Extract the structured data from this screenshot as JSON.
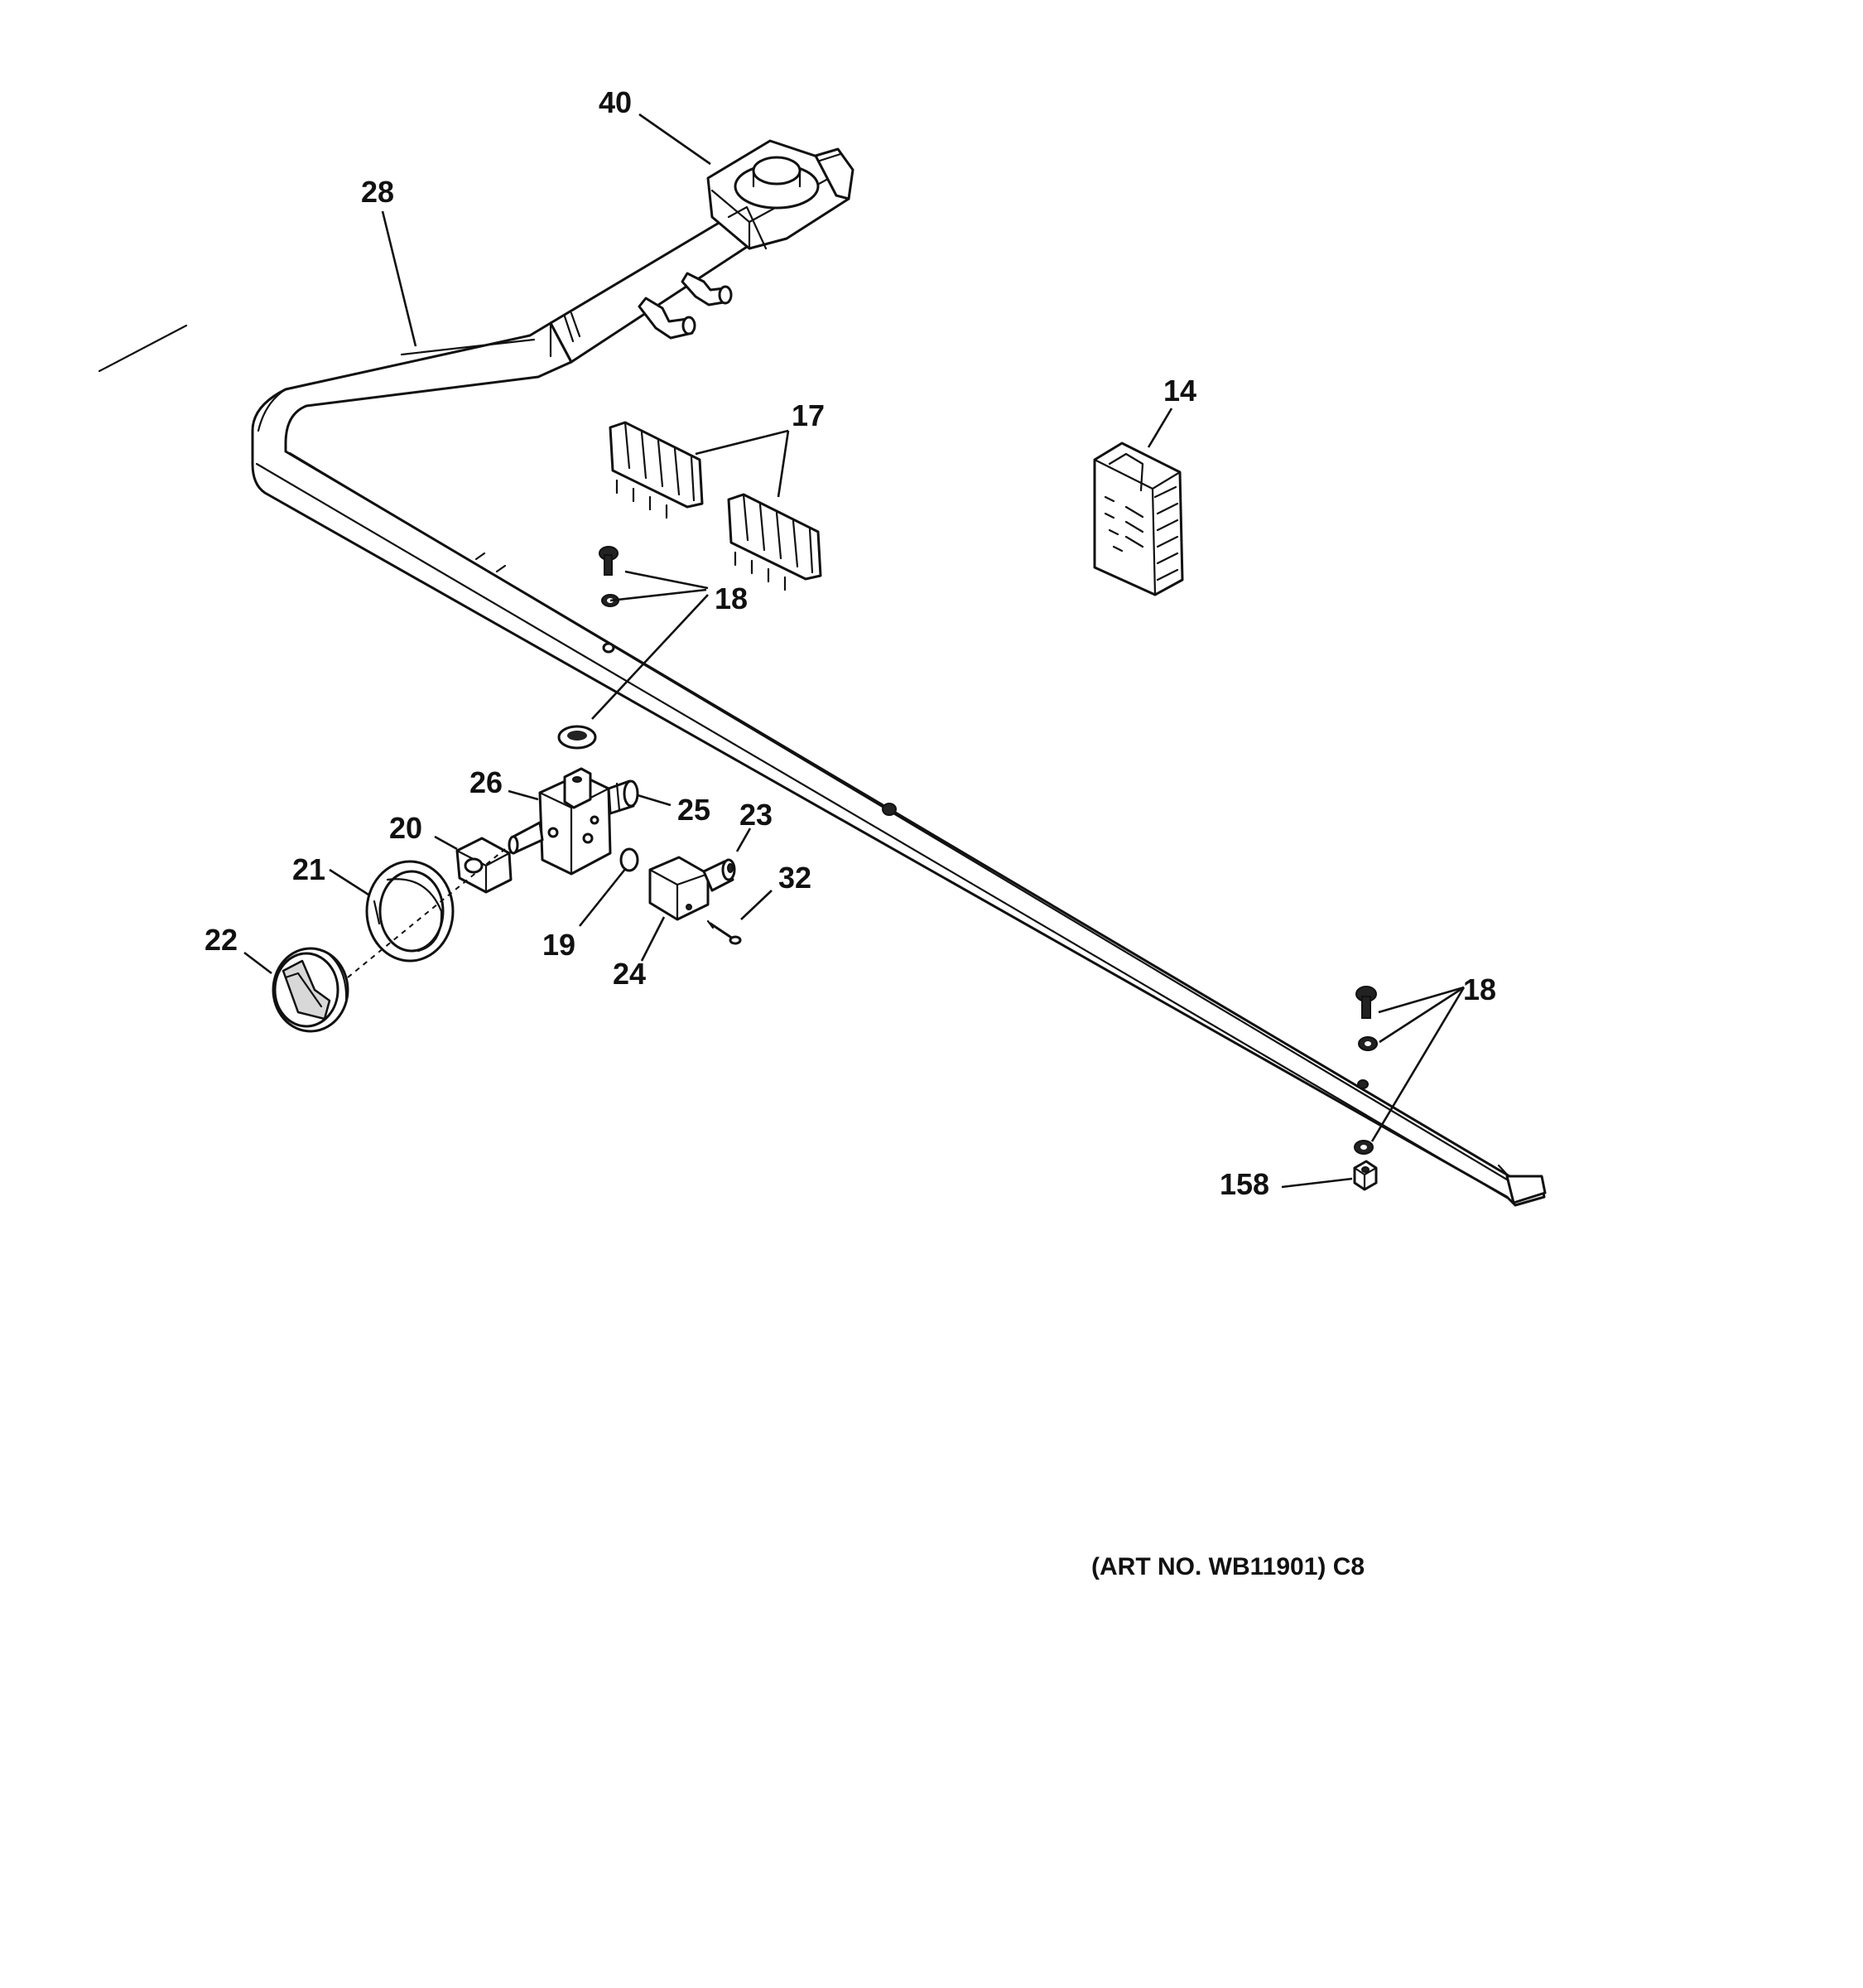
{
  "callouts": {
    "c40": "40",
    "c28": "28",
    "c17": "17",
    "c14": "14",
    "c18a": "18",
    "c26": "26",
    "c25": "25",
    "c23": "23",
    "c20": "20",
    "c21": "21",
    "c32": "32",
    "c22": "22",
    "c19": "19",
    "c24": "24",
    "c18b": "18",
    "c158": "158"
  },
  "art_number": "(ART NO. WB11901) C8"
}
